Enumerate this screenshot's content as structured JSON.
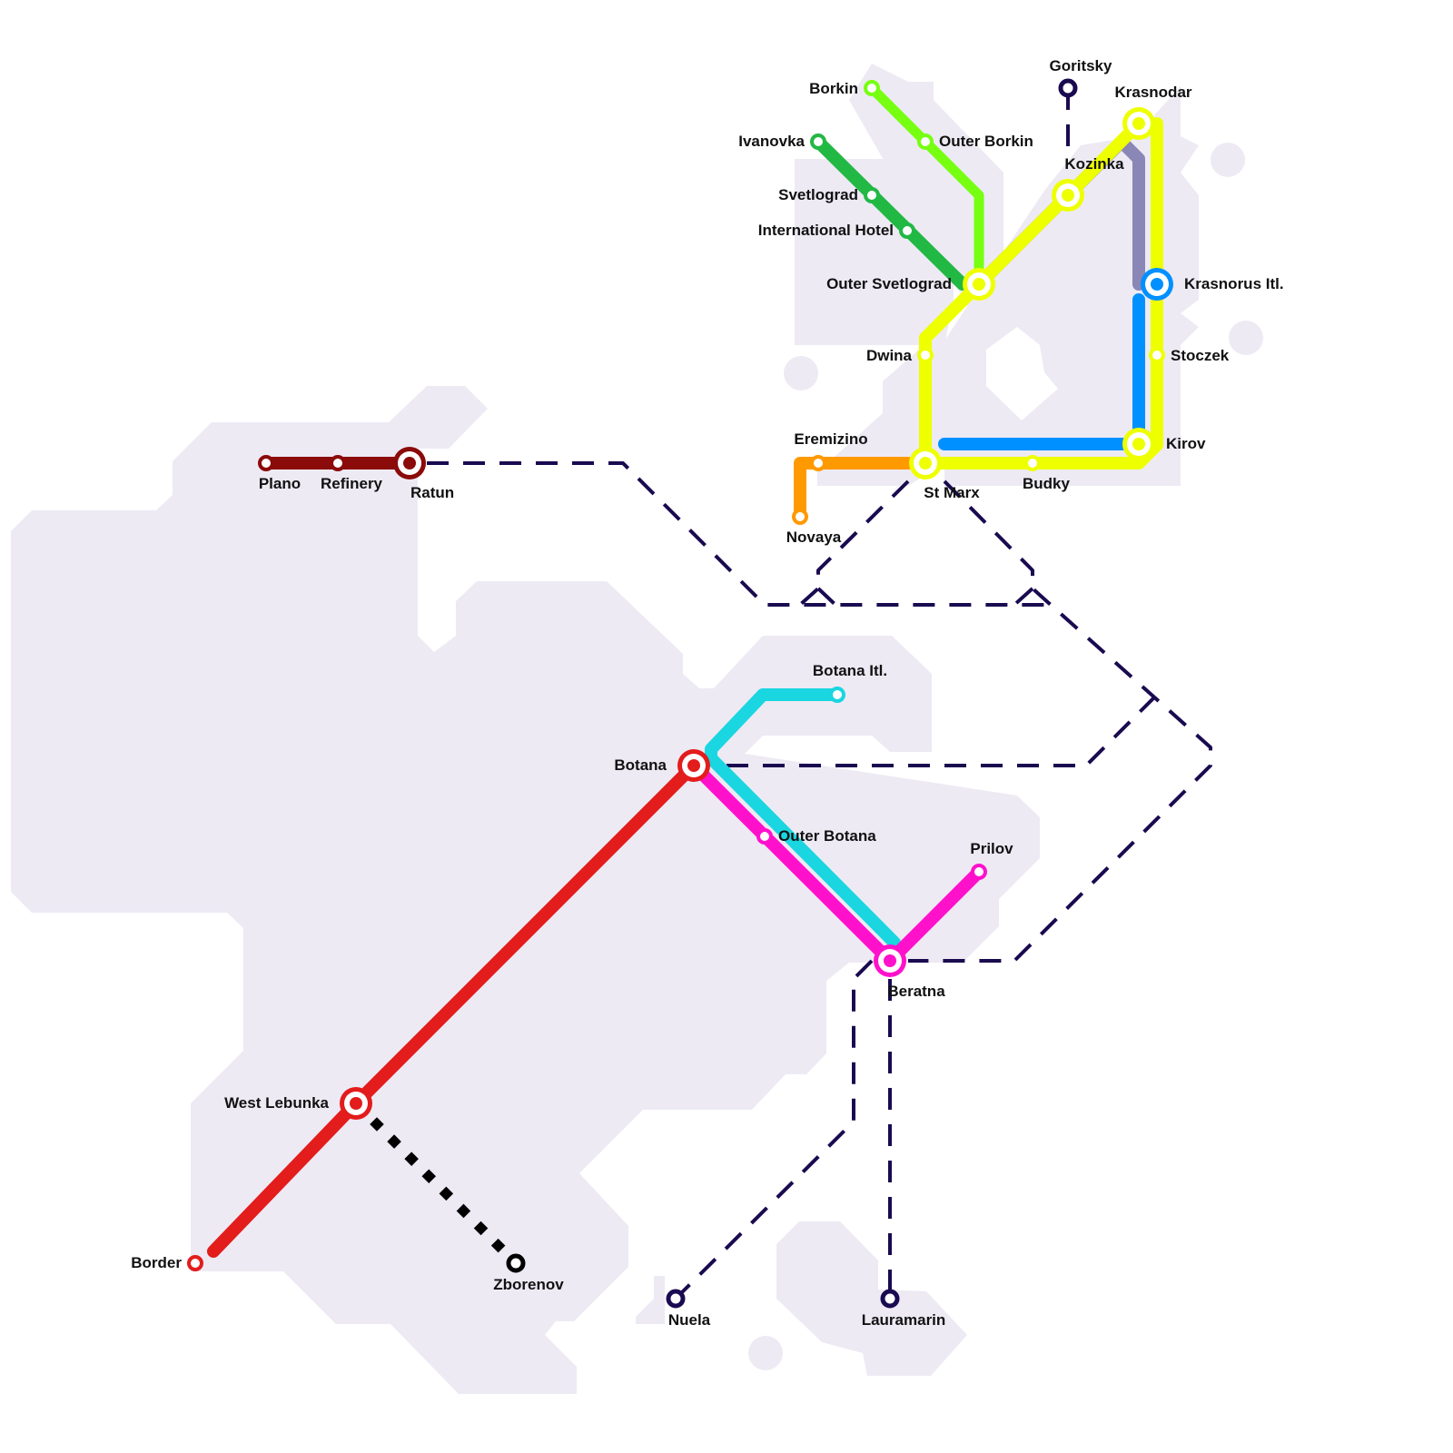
{
  "colors": {
    "land": "#edeaf4",
    "ratun_line": "#8b0a0a",
    "borkin_line": "#77ff11",
    "ivanovka_line": "#22b844",
    "yellow_line": "#eeff00",
    "purple_line": "#8a86b5",
    "blue_line": "#0090ff",
    "orange_line": "#ff9900",
    "red_line": "#e31c1c",
    "cyan_line": "#19d6e0",
    "magenta_line": "#ff11cc",
    "dashed_line": "#1a0a50",
    "dotted_line": "#000000"
  },
  "stations": {
    "plano": "Plano",
    "refinery": "Refinery",
    "ratun": "Ratun",
    "borkin": "Borkin",
    "outer_borkin": "Outer Borkin",
    "ivanovka": "Ivanovka",
    "svetlograd": "Svetlograd",
    "international_hotel": "International Hotel",
    "outer_svetlograd": "Outer Svetlograd",
    "goritsky": "Goritsky",
    "krasnodar": "Krasnodar",
    "kozinka": "Kozinka",
    "krasnorus_itl": "Krasnorus Itl.",
    "stoczek": "Stoczek",
    "dwina": "Dwina",
    "kirov": "Kirov",
    "eremizino": "Eremizino",
    "st_marx": "St Marx",
    "budky": "Budky",
    "novaya": "Novaya",
    "botana_itl": "Botana Itl.",
    "botana": "Botana",
    "outer_botana": "Outer Botana",
    "prilov": "Prilov",
    "beratna": "Beratna",
    "west_lebunka": "West Lebunka",
    "border": "Border",
    "zborenov": "Zborenov",
    "nuela": "Nuela",
    "lauramarin": "Lauramarin"
  }
}
